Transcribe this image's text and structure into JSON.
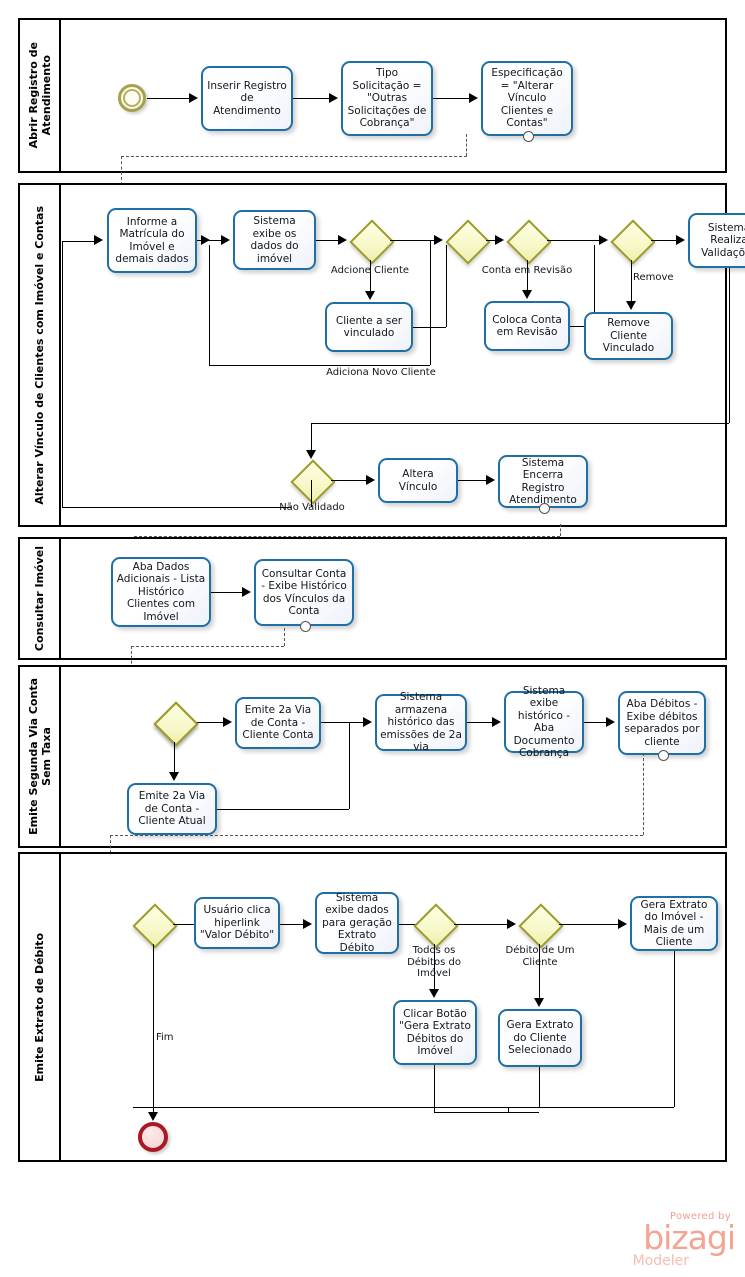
{
  "diagram": {
    "title": "Alterar Vínculo de Clientes com Imóvel e Contas",
    "type": "bpmn",
    "accent_task_border": "#1f6fa5",
    "accent_gateway_border": "#9c9c28",
    "accent_gateway_fill": "#f7f7c8",
    "start_event_color": "#a6a14a",
    "end_event_color": "#a81a23"
  },
  "lanes": [
    {
      "id": "lane1",
      "label": "Abrir Registro de\nAtendimento"
    },
    {
      "id": "lane2",
      "label": "Alterar Vínculo de Clientes com Imóvel e Contas"
    },
    {
      "id": "lane3",
      "label": "Consultar Imóvel"
    },
    {
      "id": "lane4",
      "label": "Emite Segunda Via Conta\nSem Taxa"
    },
    {
      "id": "lane5",
      "label": "Emite Extrato de Débito"
    }
  ],
  "tasks": {
    "t1": "Inserir Registro de Atendimento",
    "t2": "Tipo Solicitação = \"Outras Solicitações de Cobrança\"",
    "t3": "Especificação = \"Alterar Vínculo Clientes e Contas\"",
    "t4": "Informe a Matrícula do Imóvel e demais dados",
    "t5": "Sistema exibe os dados do imóvel",
    "t6": "Cliente a ser vinculado",
    "t7": "Coloca Conta em Revisão",
    "t8": "Remove Cliente Vinculado",
    "t9": "Sistema Realiza Validações",
    "t10": "Altera Vínculo",
    "t11": "Sistema Encerra Registro Atendimento",
    "t12": "Aba Dados Adicionais - Lista Histórico Clientes com Imóvel",
    "t13": "Consultar Conta - Exibe Histórico dos Vínculos da Conta",
    "t14": "Emite 2a Via de Conta - Cliente Conta",
    "t15": "Emite 2a Via de Conta - Cliente Atual",
    "t16": "Sistema armazena histórico das emissões de 2a via",
    "t17": "Sistema exibe histórico - Aba Documento Cobrança",
    "t18": "Aba Débitos - Exibe débitos separados por cliente",
    "t19": "Usuário clica hiperlink \"Valor Débito\"",
    "t20": "Sistema exibe dados para geração Extrato Débito",
    "t21": "Clicar Botão \"Gera Extrato Débitos do Imóvel",
    "t22": "Gera Extrato do Cliente Selecionado",
    "t23": "Gera Extrato do Imóvel - Mais de um Cliente"
  },
  "flow_labels": {
    "f1": "Adcione Cliente",
    "f2": "Adiciona Novo Cliente",
    "f3": "Conta em Revisão",
    "f4": "Remove",
    "f5": "Não Validado",
    "f6": "Todos os Débitos do Imóvel",
    "f7": "Débito de Um Cliente",
    "f8": "Fim"
  },
  "events": {
    "start": "start-event",
    "end": "end-event"
  },
  "branding": {
    "powered_by": "Powered by",
    "product": "bizagi",
    "edition": "Modeler"
  }
}
